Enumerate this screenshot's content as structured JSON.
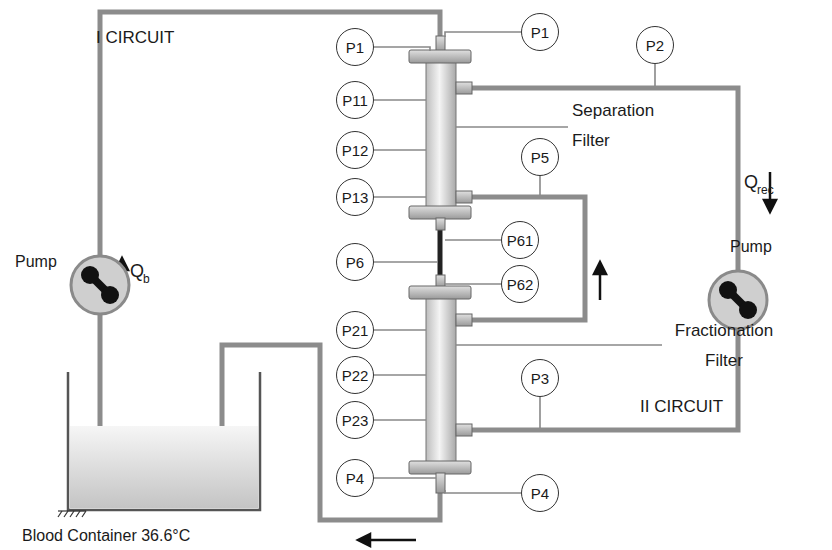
{
  "diagram": {
    "nodes": [
      {
        "text": [
          "P1"
        ]
      },
      {
        "text": [
          "P1"
        ]
      },
      {
        "text": [
          "P2"
        ]
      },
      {
        "text": [
          "P11"
        ]
      },
      {
        "text": [
          "P5"
        ]
      },
      {
        "text": [
          "P12"
        ]
      },
      {
        "text": [
          "P13"
        ]
      },
      {
        "text": [
          "P61"
        ]
      },
      {
        "text": [
          "P6"
        ]
      },
      {
        "text": [
          "P62"
        ]
      },
      {
        "text": [
          "Pump"
        ]
      },
      {
        "text": [
          "Pump"
        ]
      },
      {
        "text": [
          "P21"
        ]
      },
      {
        "text": [
          "P22"
        ]
      },
      {
        "text": [
          "P3"
        ]
      },
      {
        "text": [
          "P23"
        ]
      },
      {
        "text": [
          "P4"
        ]
      },
      {
        "text": [
          "P4"
        ]
      }
    ],
    "labels": [
      "I CIRCUIT",
      "Separation Filter",
      "Q",
      "rec",
      "Fractionation Filter",
      "Q",
      "b",
      "II CIRCUIT",
      "Blood Container 36.6°C"
    ]
  }
}
